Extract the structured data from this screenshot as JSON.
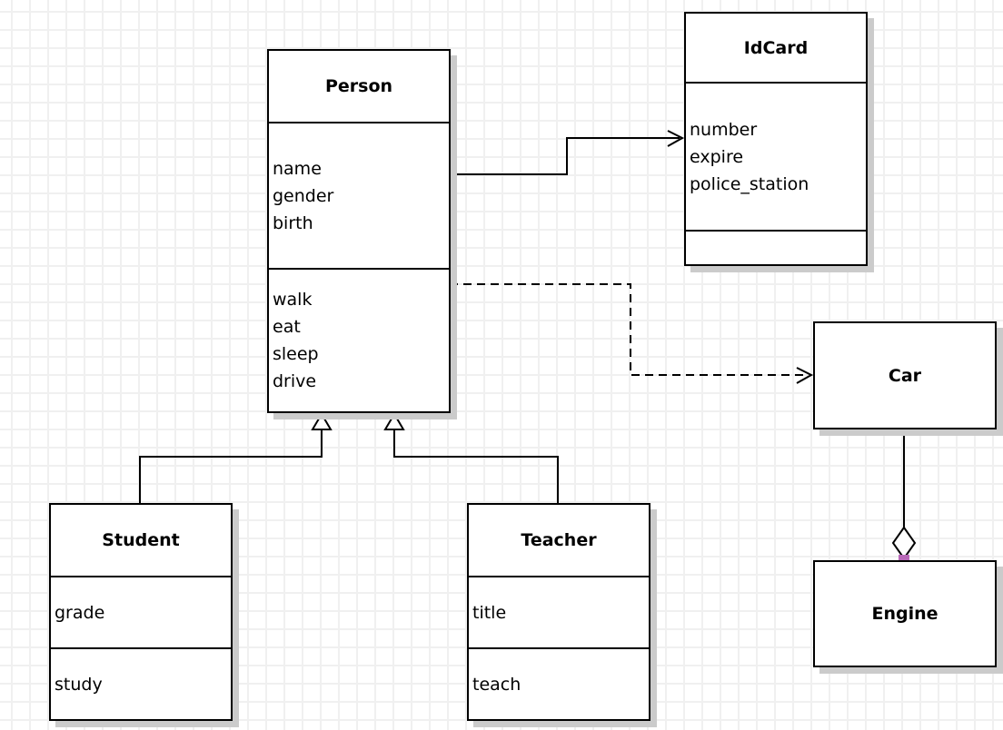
{
  "diagram": {
    "classes": {
      "person": {
        "title": "Person",
        "attributes": [
          "name",
          "gender",
          "birth"
        ],
        "methods": [
          "walk",
          "eat",
          "sleep",
          "drive"
        ]
      },
      "idcard": {
        "title": "IdCard",
        "attributes": [
          "number",
          "expire",
          "police_station"
        ],
        "methods": []
      },
      "car": {
        "title": "Car"
      },
      "engine": {
        "title": "Engine"
      },
      "student": {
        "title": "Student",
        "attributes": [
          "grade"
        ],
        "methods": [
          "study"
        ]
      },
      "teacher": {
        "title": "Teacher",
        "attributes": [
          "title"
        ],
        "methods": [
          "teach"
        ]
      }
    },
    "relationships": [
      {
        "from": "Person",
        "to": "IdCard",
        "type": "association",
        "line": "solid",
        "arrow": "open"
      },
      {
        "from": "Person",
        "to": "Car",
        "type": "dependency",
        "line": "dashed",
        "arrow": "open"
      },
      {
        "from": "Student",
        "to": "Person",
        "type": "generalization",
        "line": "solid",
        "arrow": "hollow-triangle"
      },
      {
        "from": "Teacher",
        "to": "Person",
        "type": "generalization",
        "line": "solid",
        "arrow": "hollow-triangle"
      },
      {
        "from": "Car",
        "to": "Engine",
        "type": "aggregation",
        "line": "solid",
        "arrow": "hollow-diamond"
      }
    ],
    "colors": {
      "box_border": "#000000",
      "box_fill": "#ffffff",
      "shadow": "#cbcbcb",
      "grid_line": "#f0f0f0",
      "endpoint_handle": "#b969b9"
    }
  }
}
